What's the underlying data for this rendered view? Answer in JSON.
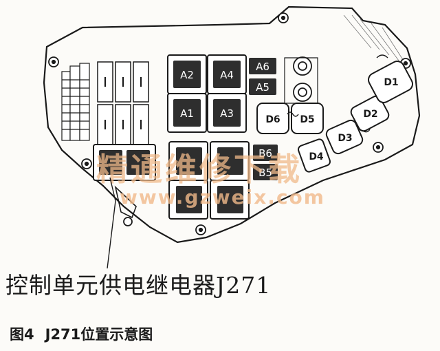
{
  "labels": {
    "relays": [
      "A1",
      "A2",
      "A3",
      "A4",
      "A5",
      "A6",
      "B5",
      "B6"
    ],
    "diodes": [
      "D1",
      "D2",
      "D3",
      "D4",
      "D5",
      "D6"
    ]
  },
  "callout": "控制单元供电继电器J271",
  "figure": {
    "number": "图4",
    "title": "J271位置示意图"
  },
  "watermark": {
    "text": "精通维修下载",
    "url": "www.gzweix.com"
  },
  "colors": {
    "ink": "#1a1a1a",
    "relay_fill": "#2e2e2e",
    "watermark": "#f0b98a"
  }
}
